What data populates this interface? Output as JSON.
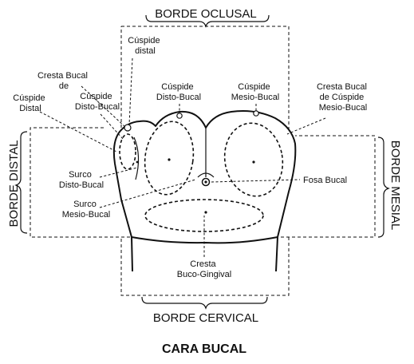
{
  "title": "CARA BUCAL",
  "borders": {
    "top": "BORDE OCLUSAL",
    "bottom": "BORDE CERVICAL",
    "left": "BORDE DISTAL",
    "right": "BORDE MESIAL"
  },
  "labels": {
    "cuspide_distal": [
      "Cúspide",
      "Distal"
    ],
    "cresta_bucal_de": [
      "Cresta Bucal",
      "de"
    ],
    "cuspide_disto_bucal_left": [
      "Cúspide",
      "Disto-Bucal"
    ],
    "cuspide_distal_top": [
      "Cúspide",
      "distal"
    ],
    "cuspide_disto_bucal_center": [
      "Cúspide",
      "Disto-Bucal"
    ],
    "cuspide_mesio_bucal": [
      "Cúspide",
      "Mesio-Bucal"
    ],
    "cresta_bucal_mesio": [
      "Cresta Bucal",
      "de Cúspide",
      "Mesio-Bucal"
    ],
    "surco_disto_bucal": [
      "Surco",
      "Disto-Bucal"
    ],
    "surco_mesio_bucal": [
      "Surco",
      "Mesio-Bucal"
    ],
    "fosa_bucal": [
      "Fosa Bucal"
    ],
    "cresta_buco_gingival": [
      "Cresta",
      "Buco-Gingival"
    ]
  },
  "colors": {
    "ink": "#111111",
    "background": "#ffffff"
  }
}
